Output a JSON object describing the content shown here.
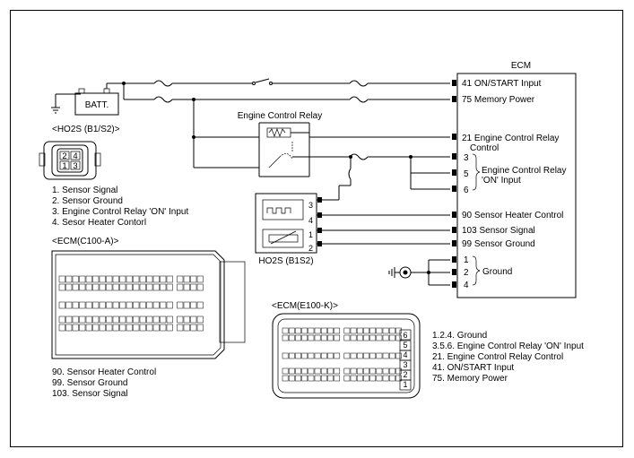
{
  "battery": {
    "label": "BATT."
  },
  "ecm": {
    "title": "ECM",
    "pins": [
      {
        "label": "41 ON/START Input"
      },
      {
        "label": "75 Memory Power"
      },
      {
        "label": "21 Engine Control Relay"
      },
      {
        "label": "Control"
      },
      {
        "label": "3"
      },
      {
        "label": "5"
      },
      {
        "label": "6"
      },
      {
        "label": "Engine Control Relay"
      },
      {
        "label": "'ON' Input"
      },
      {
        "label": "90 Sensor Heater Control"
      },
      {
        "label": "103 Sensor Signal"
      },
      {
        "label": "99 Sensor Ground"
      },
      {
        "label": "1"
      },
      {
        "label": "2"
      },
      {
        "label": "4"
      },
      {
        "label": "Ground"
      }
    ]
  },
  "relay": {
    "title": "Engine Control Relay"
  },
  "ho2s_connector": {
    "title": "<HO2S (B1/S2)>",
    "pins": [
      "2",
      "4",
      "1",
      "3"
    ],
    "legend": [
      "1. Sensor Signal",
      "2. Sensor Ground",
      "3. Engine Control Relay 'ON' Input",
      "4. Sesor Heater Contorl"
    ]
  },
  "ho2s_component": {
    "title": "HO2S (B1S2)",
    "pins": [
      "3",
      "4",
      "1",
      "2"
    ]
  },
  "ecm_c100": {
    "title": "<ECM(C100-A)>",
    "legend": [
      "90. Sensor Heater Control",
      "99. Sensor Ground",
      "103. Sensor Signal"
    ]
  },
  "ecm_e100": {
    "title": "<ECM(E100-K)>",
    "legend": [
      "1.2.4. Ground",
      "3.5.6. Engine Control Relay 'ON' Input",
      "21. Engine Control Relay Control",
      "41. ON/START Input",
      "75. Memory Power"
    ],
    "side_pins": [
      "6",
      "5",
      "4",
      "3",
      "2",
      "1"
    ]
  }
}
